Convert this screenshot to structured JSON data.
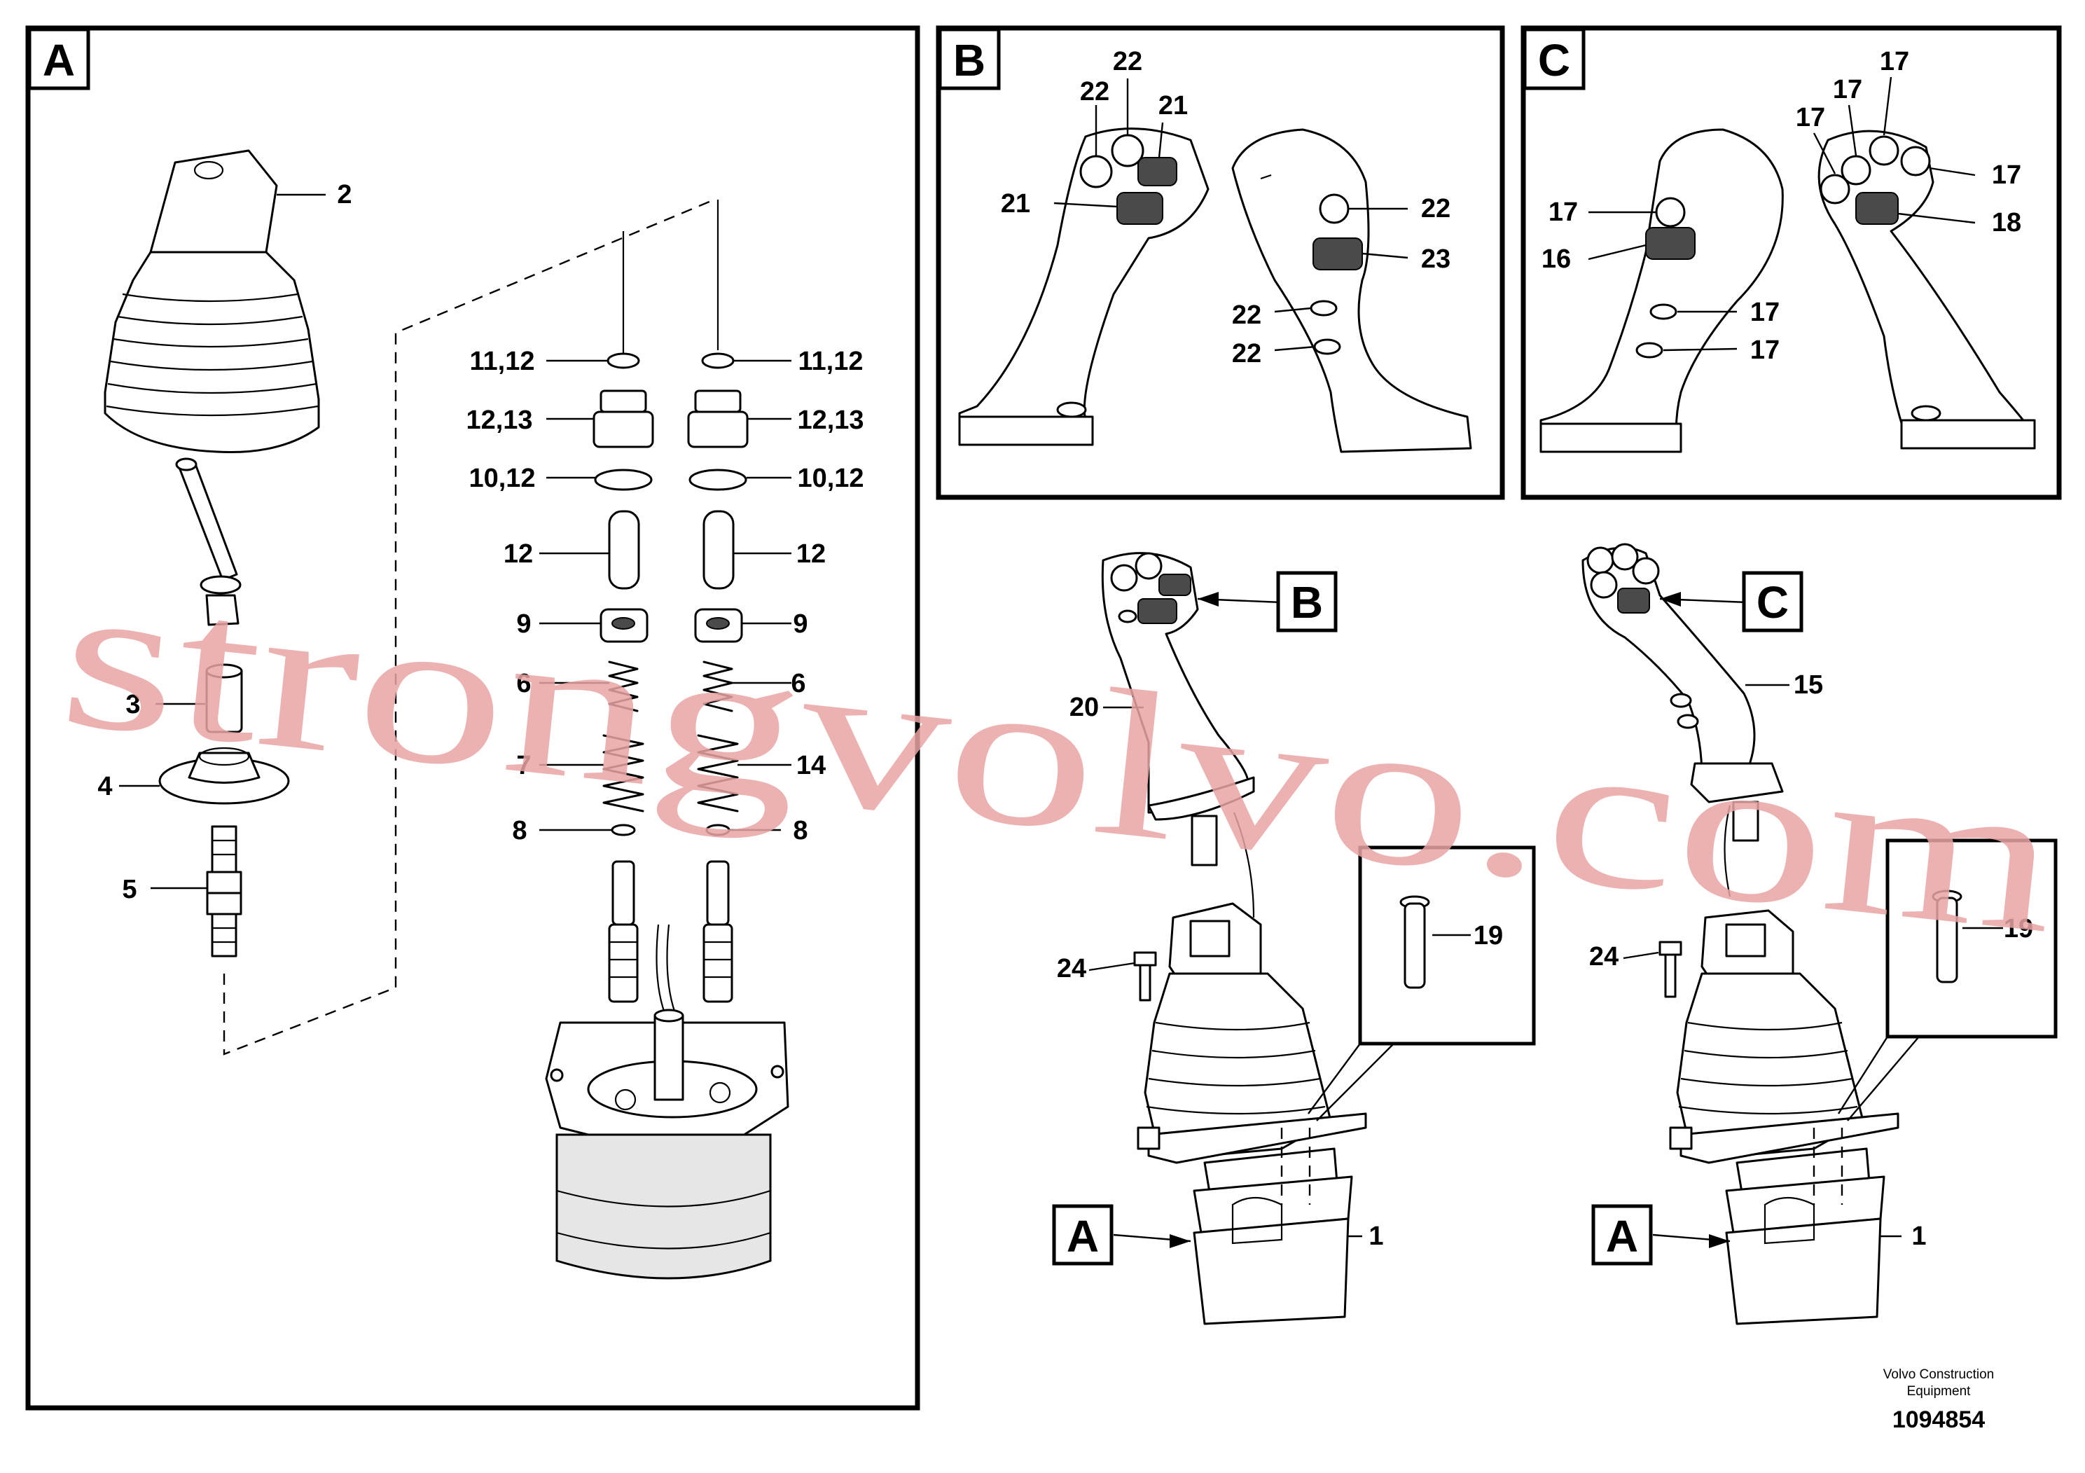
{
  "views": {
    "a": "A",
    "b": "B",
    "c": "C",
    "ref_b": "B",
    "ref_c": "C",
    "ref_a_left": "A",
    "ref_a_right": "A"
  },
  "callouts": {
    "p2": "2",
    "p3": "3",
    "p4": "4",
    "p5": "5",
    "l1112": "11,12",
    "l1213": "12,13",
    "l1012": "10,12",
    "l12": "12",
    "l9": "9",
    "l6": "6",
    "l7": "7",
    "l8": "8",
    "r1112": "11,12",
    "r1213": "12,13",
    "r1012": "10,12",
    "r12": "12",
    "r9": "9",
    "r6": "6",
    "r14": "14",
    "r8": "8",
    "b22a": "22",
    "b22b": "22",
    "b21a": "21",
    "b21b": "21",
    "b22c": "22",
    "b23": "23",
    "b22d": "22",
    "b22e": "22",
    "c17a": "17",
    "c17b": "17",
    "c17c": "17",
    "c17d": "17",
    "c17e": "17",
    "c18": "18",
    "c16": "16",
    "c17f": "17",
    "c17g": "17",
    "m20": "20",
    "m24": "24",
    "m19": "19",
    "m1": "1",
    "n15": "15",
    "n24": "24",
    "n19": "19",
    "n1": "1"
  },
  "footer": {
    "brand_line1": "Volvo Construction",
    "brand_line2": "Equipment",
    "doc_number": "1094854"
  },
  "watermark": "strongvolvo.com"
}
